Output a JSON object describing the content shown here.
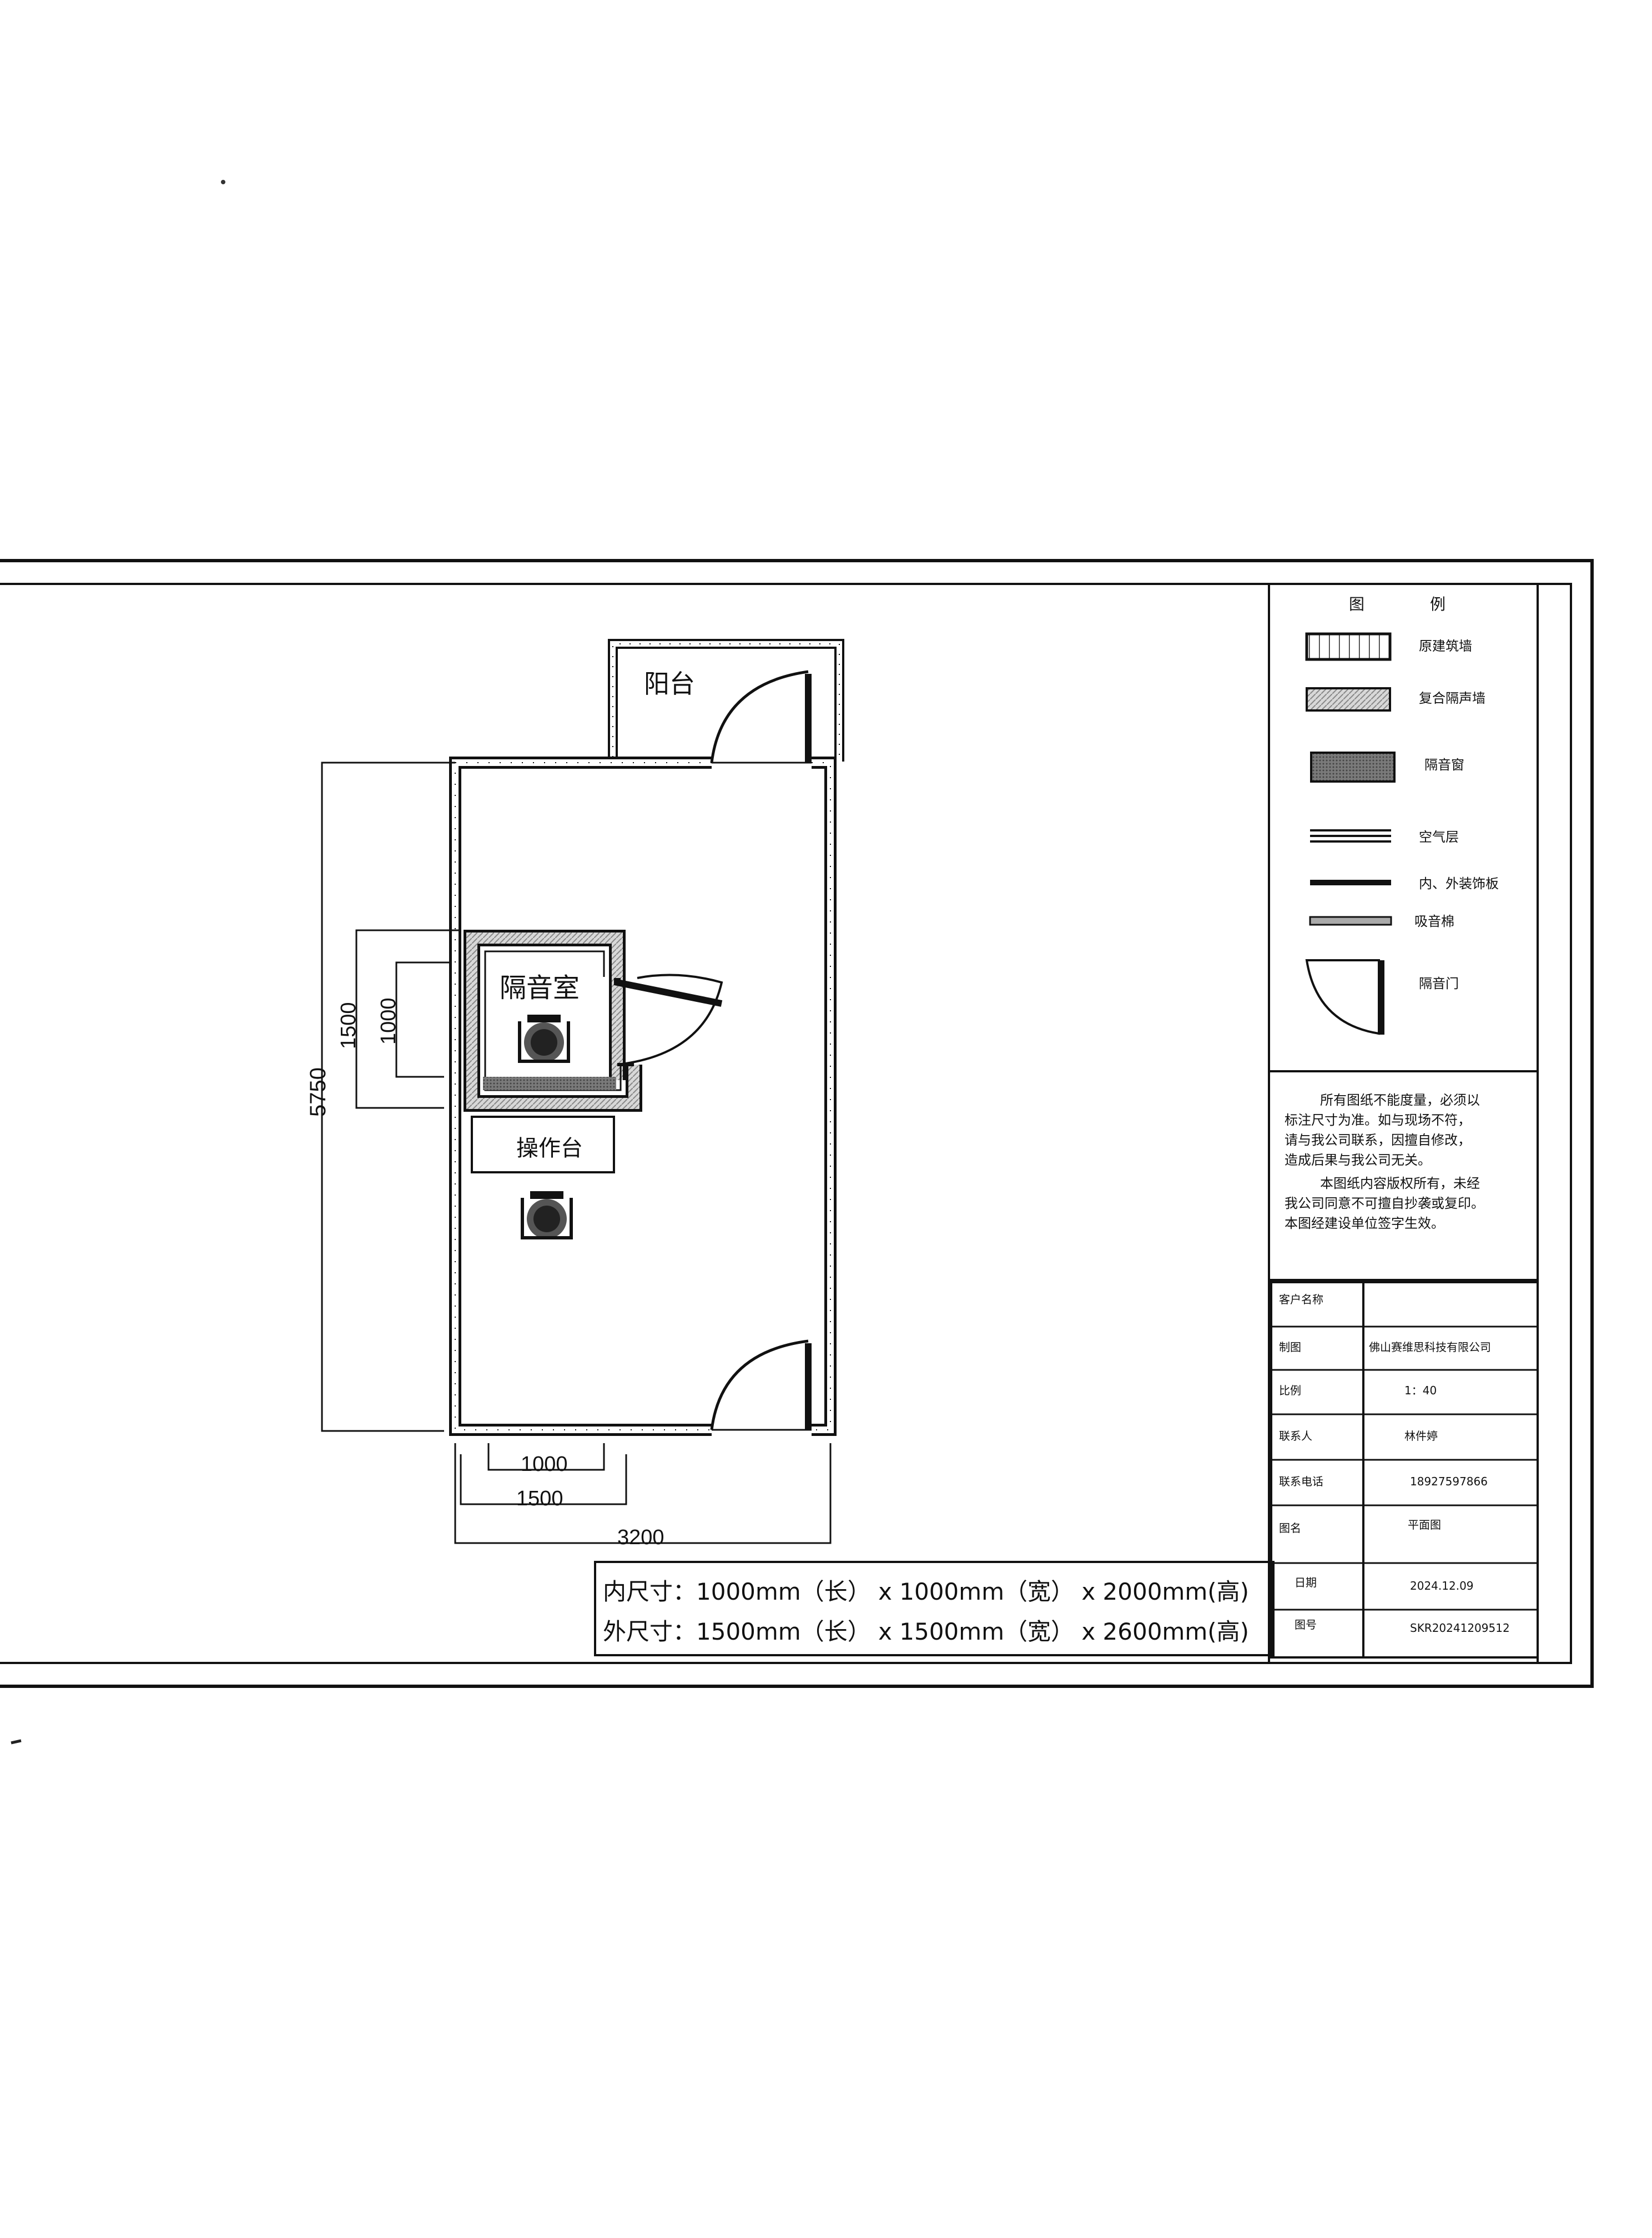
{
  "plan": {
    "balcony_label": "阳台",
    "booth_label": "隔音室",
    "console_label": "操作台",
    "dimensions": {
      "overall_depth": "5750",
      "outer_depth": "1500",
      "inner_depth": "1000",
      "inner_width": "1000",
      "outer_width": "1500",
      "room_width": "3200"
    }
  },
  "spec": {
    "inner": "内尺寸：1000mm（长） x 1000mm（宽） x 2000mm(高)",
    "outer": "外尺寸：1500mm（长） x 1500mm（宽） x 2600mm(高)"
  },
  "legend": {
    "title_left": "图",
    "title_right": "例",
    "items": [
      {
        "label": "原建筑墙",
        "icon": "brick-wall-icon"
      },
      {
        "label": "复合隔声墙",
        "icon": "composite-wall-icon"
      },
      {
        "label": "隔音窗",
        "icon": "window-icon"
      },
      {
        "label": "空气层",
        "icon": "air-layer-icon"
      },
      {
        "label": "内、外装饰板",
        "icon": "panel-line-icon"
      },
      {
        "label": "吸音棉",
        "icon": "cotton-line-icon"
      },
      {
        "label": "隔音门",
        "icon": "door-swing-icon"
      }
    ]
  },
  "notes": {
    "lines": [
      "所有图纸不能度量，必须以",
      "标注尺寸为准。如与现场不符，",
      "请与我公司联系，因擅自修改，",
      "造成后果与我公司无关。",
      "本图纸内容版权所有，未经",
      "我公司同意不可擅自抄袭或复印。",
      "本图经建设单位签字生效。"
    ]
  },
  "title_block": {
    "rows": [
      {
        "label": "客户名称",
        "value": ""
      },
      {
        "label": "制图",
        "value": "佛山赛维思科技有限公司"
      },
      {
        "label": "比例",
        "value": "1：40"
      },
      {
        "label": "联系人",
        "value": "林件婷"
      },
      {
        "label": "联系电话",
        "value": "18927597866"
      },
      {
        "label": "图名",
        "value": "平面图"
      },
      {
        "label": "日期",
        "value": "2024.12.09"
      },
      {
        "label": "图号",
        "value": "SKR20241209512"
      }
    ]
  }
}
